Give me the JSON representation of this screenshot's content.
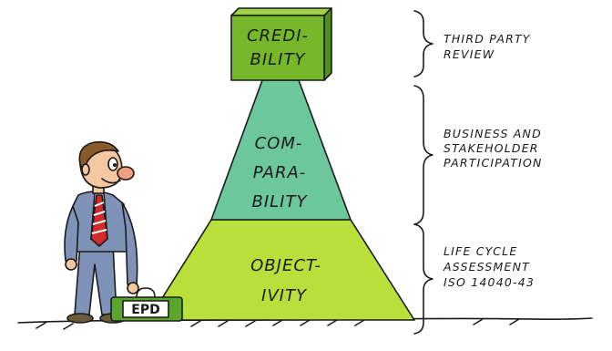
{
  "pyramid": {
    "top": {
      "lines": [
        "CREDI-",
        "BILITY"
      ],
      "color": "#76b82a"
    },
    "middle": {
      "lines": [
        "COM-",
        "PARA-",
        "BILITY"
      ],
      "color": "#6cc79a"
    },
    "bottom": {
      "lines": [
        "OBJECT-",
        "IVITY"
      ],
      "color": "#b7e03a"
    }
  },
  "annotations": [
    {
      "lines": [
        "THIRD PARTY",
        "REVIEW"
      ]
    },
    {
      "lines": [
        "BUSINESS AND",
        "STAKEHOLDER",
        "PARTICIPATION"
      ]
    },
    {
      "lines": [
        "LIFE CYCLE",
        "ASSESSMENT",
        "ISO 14040-43"
      ]
    }
  ],
  "briefcase": {
    "label": "EPD",
    "color": "#5aa62a"
  },
  "figure": {
    "suit_color": "#7f93b8",
    "tie_color": "#d12b2b"
  }
}
